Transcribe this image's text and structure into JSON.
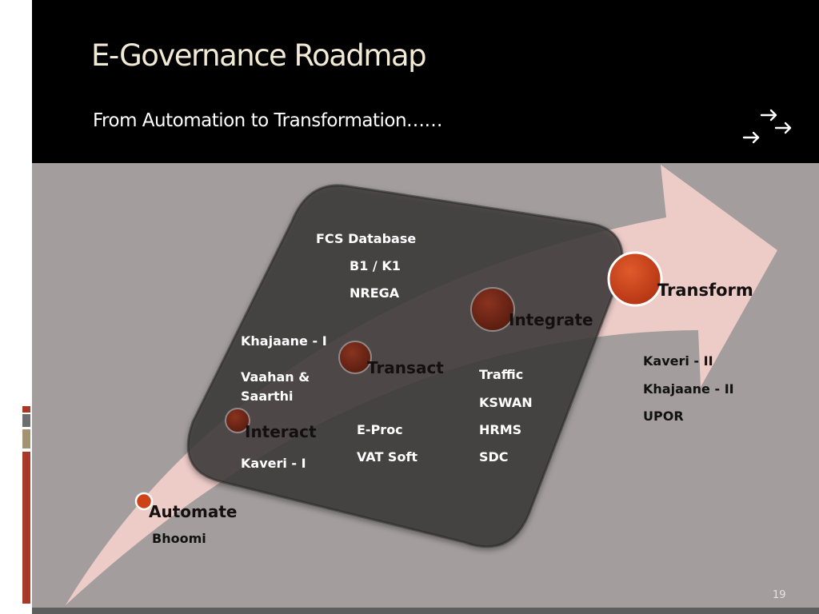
{
  "slide": {
    "title": "E-Governance Roadmap",
    "subtitle": "From Automation to Transformation……",
    "page_number": "19",
    "nav_icon": "triple-arrow-icon"
  },
  "stages": [
    {
      "key": "automate",
      "label": "Automate"
    },
    {
      "key": "interact",
      "label": "Interact"
    },
    {
      "key": "transact",
      "label": "Transact"
    },
    {
      "key": "integrate",
      "label": "Integrate"
    },
    {
      "key": "transform",
      "label": "Transform"
    }
  ],
  "items": {
    "automate": [
      "Bhoomi"
    ],
    "interact": [
      "Kaveri - I"
    ],
    "transact_upper": [
      "Khajaane - I",
      "Vaahan &\nSaarthi"
    ],
    "transact_lower": [
      "E-Proc",
      "VAT Soft"
    ],
    "integrate_upper": [
      "FCS Database",
      "B1 / K1",
      "NREGA"
    ],
    "integrate_lower": [
      "Traffic",
      "KSWAN",
      "HRMS",
      "SDC"
    ],
    "transform": [
      "Kaveri - II",
      "Khajaane - II",
      "UPOR"
    ]
  },
  "colors": {
    "header_bg": "#000000",
    "title_text": "#f1ead6",
    "body_bg": "#a39d9d",
    "arrow_fill": "#f3d0cc",
    "panel_fill": "#3c3a3a",
    "stage_dot": "#6f2614",
    "transform_dot": "#cd4217",
    "accent_red": "#a83828"
  }
}
